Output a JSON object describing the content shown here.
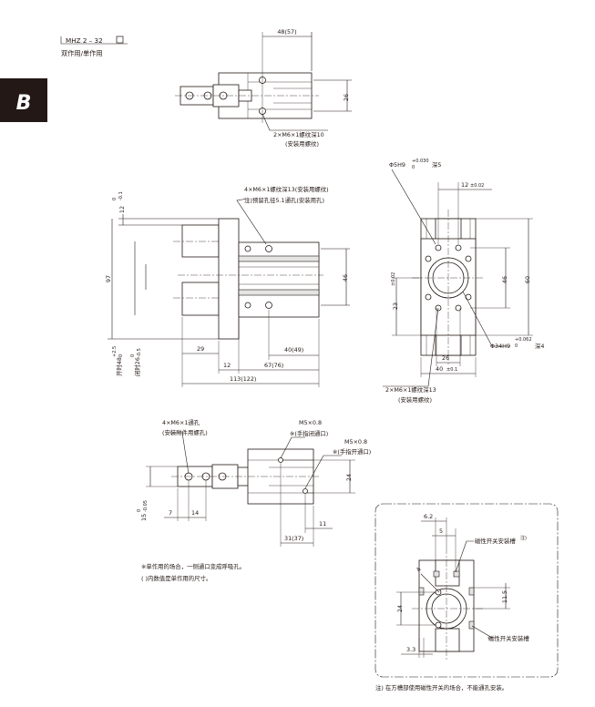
{
  "header": {
    "model_prefix": "MHZ 2 – 32",
    "model_box": "□",
    "subtitle": "双作用/单作用",
    "section_tab": "B"
  },
  "top_view": {
    "dim_width": "48(57)",
    "dim_height": "26",
    "note_line1": "2×M6×1螺纹深10",
    "note_line2": "(安装用螺纹)"
  },
  "side_view": {
    "dim_12": "12",
    "dim_12_tol_upper": "0",
    "dim_12_tol_lower": "-0.1",
    "dim_97": "97",
    "dim_46": "46",
    "dim_29": "29",
    "dim_40_49": "40(49)",
    "dim_12b": "12",
    "dim_67_76": "67(76)",
    "dim_113_122": "113(122)",
    "open_label": "开时48",
    "open_tol_upper": "+2.5",
    "open_tol_lower": "0",
    "closed_label": "闭时26",
    "closed_tol_upper": "0",
    "closed_tol_lower": "-0.5",
    "note_line1": "4×M6×1螺纹深13(安装用螺纹)",
    "note_line2": "注)预留孔径5.1通孔(安装用孔)"
  },
  "end_view": {
    "pin_hole": "Φ5H9",
    "pin_tol_upper": "+0.030",
    "pin_tol_lower": "0",
    "pin_depth": "深5",
    "dim_12": "12",
    "dim_12_tol": "±0.02",
    "dim_46": "46",
    "dim_60": "60",
    "dim_23": "23",
    "dim_23_tol": "±0.02",
    "bore": "Φ34H9",
    "bore_tol_upper": "+0.062",
    "bore_tol_lower": "0",
    "bore_depth": "深4",
    "dim_26": "26",
    "dim_40": "40",
    "dim_40_tol": "±0.1",
    "note_line1": "2×M6×1螺纹深13",
    "note_line2": "(安装用螺纹)"
  },
  "bottom_view": {
    "note_left_line1": "4×M6×1通孔",
    "note_left_line2": "(安装附件用螺孔)",
    "port_close_size": "M5×0.8",
    "port_close_label": "※(手指闭通口)",
    "port_open_size": "M5×0.8",
    "port_open_label": "※(手指开通口)",
    "dim_24": "24",
    "dim_15": "15",
    "dim_15_tol_upper": "0",
    "dim_15_tol_lower": "-0.05",
    "dim_7": "7",
    "dim_14": "14",
    "dim_11": "11",
    "dim_31_37": "31(37)"
  },
  "notes": {
    "single_acting": "※单作用的场合，一侧通口变成呼吸孔。",
    "parentheses": "(  )内数值是单作用的尺寸。"
  },
  "detail": {
    "dim_6_2": "6.2",
    "dim_5": "5",
    "dim_4": "4",
    "dim_24": "24",
    "dim_11_5": "11.5",
    "dim_3_3": "3.3",
    "switch_groove_label": "磁性开关安装槽",
    "switch_groove_note_mark": "注)",
    "bottom_note": "注) 在方槽部使用磁性开关的场合，不能通孔安装。"
  }
}
